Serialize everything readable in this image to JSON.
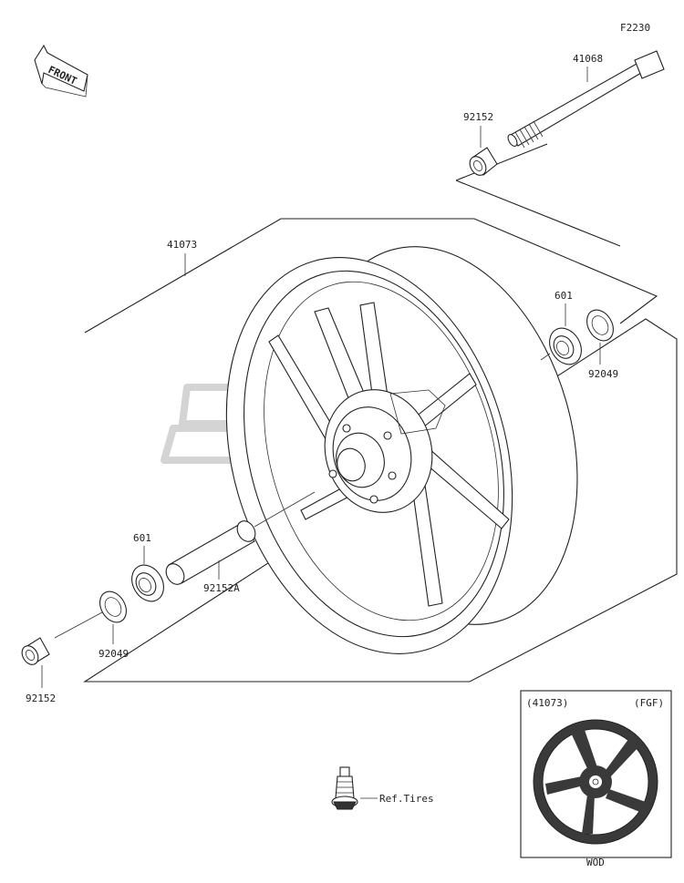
{
  "diagram_code": "F2230",
  "front_label": "FRONT",
  "callouts": {
    "axle": "41068",
    "collar_top": "92152",
    "wheel": "41073",
    "bearing_right": "601",
    "seal_right": "92049",
    "bearing_left": "601",
    "spacer": "92152A",
    "seal_left": "92049",
    "collar_bottom": "92152"
  },
  "valve": {
    "label": "Ref.Tires"
  },
  "inset": {
    "part_ref": "(41073)",
    "color_code": "(FGF)",
    "color_name": "WOD"
  },
  "colors": {
    "line": "#222222",
    "background": "#ffffff",
    "watermark": "#d4d4d4"
  }
}
